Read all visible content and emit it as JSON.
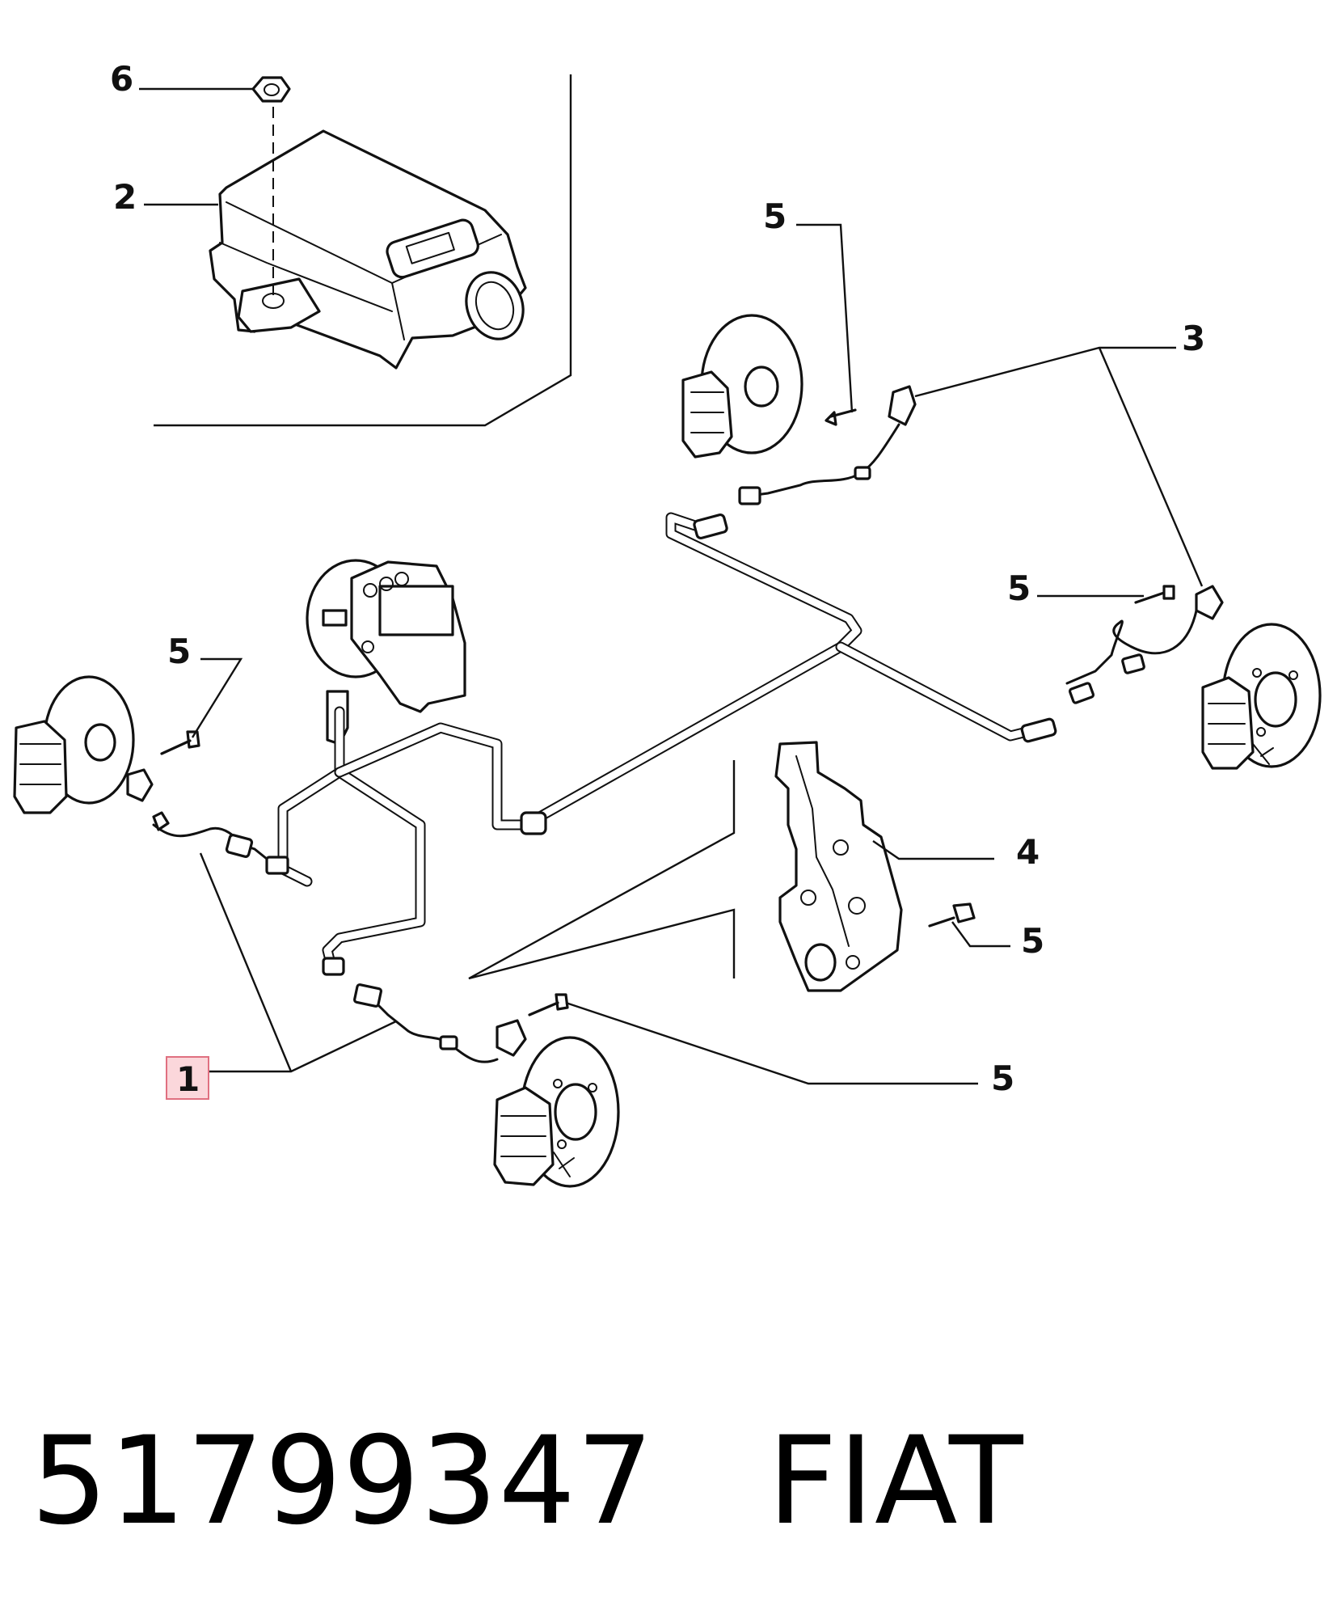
{
  "callouts": {
    "c6": "6",
    "c2": "2",
    "c5_top": "5",
    "c3": "3",
    "c5_right": "5",
    "c5_left": "5",
    "c4": "4",
    "c5_bracket": "5",
    "c1": "1",
    "c5_bottom": "5"
  },
  "highlight_color": "#fbd7db",
  "footer": {
    "part_number": "51799347",
    "brand": "FIAT"
  }
}
